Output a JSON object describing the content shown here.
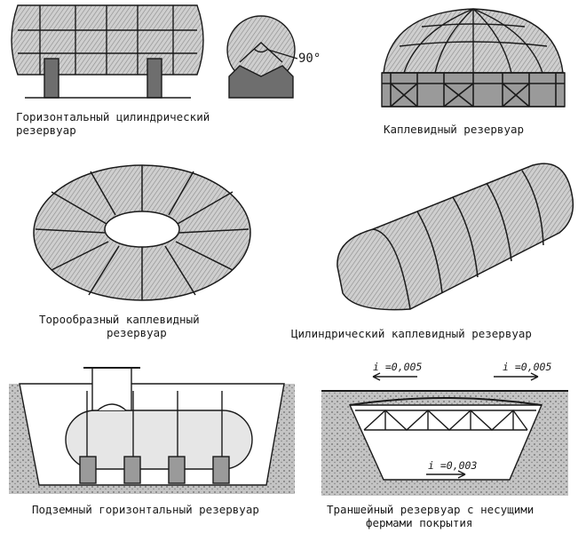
{
  "figures": {
    "horizontal": {
      "caption_line1": "Горизонтальный цилиндрический",
      "caption_line2": "резервуар",
      "angle_label": "90°"
    },
    "drop": {
      "caption": "Каплевидный резервуар"
    },
    "torus": {
      "caption_line1": "Торообразный каплевидный",
      "caption_line2": "резервуар"
    },
    "cylindrical_drop": {
      "caption": "Цилиндрический каплевидный резервуар"
    },
    "underground": {
      "caption": "Подземный горизонтальный резервуар"
    },
    "trench": {
      "caption_line1": "Траншейный резервуар с несущими",
      "caption_line2": "фермами покрытия",
      "slope_left": "i =0,005",
      "slope_right": "i =0,005",
      "slope_bottom": "i =0,003"
    }
  },
  "colors": {
    "ink": "#1a1a1a",
    "fill_dark": "#6e6e6e",
    "fill_mid": "#9a9a9a",
    "fill_light": "#d9d9d9",
    "ground": "#b8b8b8"
  }
}
